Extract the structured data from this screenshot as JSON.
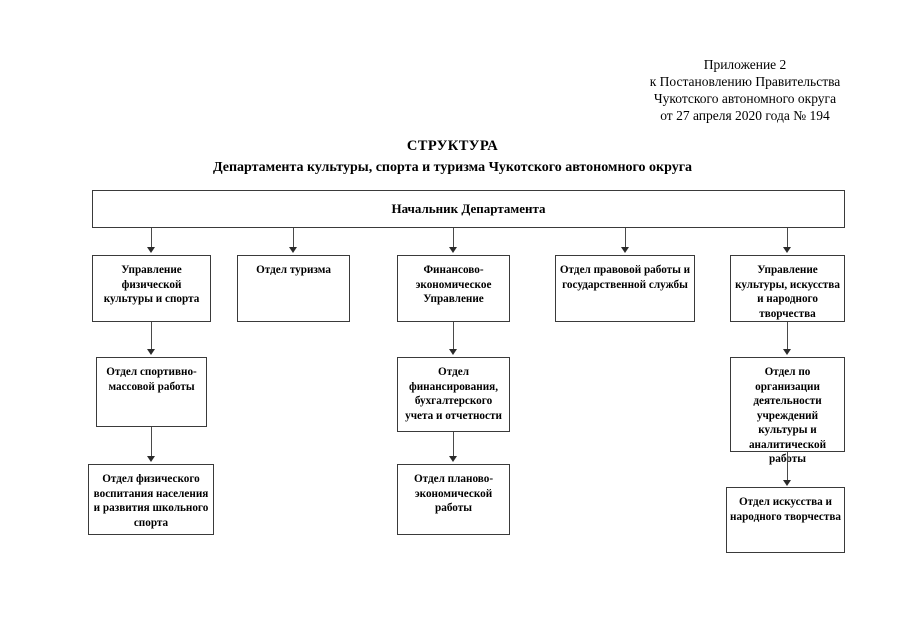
{
  "document": {
    "header_lines": [
      "Приложение 2",
      "к Постановлению Правительства",
      "Чукотского автономного округа",
      "от  27 апреля 2020 года  №  194"
    ],
    "title": "СТРУКТУРА",
    "subtitle": "Департамента культуры, спорта и туризма Чукотского автономного округа"
  },
  "chart_data": {
    "type": "diagram",
    "diagram_kind": "organizational-chart",
    "orientation": "top-down",
    "root": {
      "id": "root",
      "label": "Начальник Департамента"
    },
    "nodes": [
      {
        "id": "n1",
        "label": "Управление физической культуры и спорта",
        "level": 1,
        "column": 1
      },
      {
        "id": "n2",
        "label": "Отдел туризма",
        "level": 1,
        "column": 2
      },
      {
        "id": "n3",
        "label": "Финансово-экономическое Управление",
        "level": 1,
        "column": 3
      },
      {
        "id": "n4",
        "label": "Отдел правовой работы и государственной службы",
        "level": 1,
        "column": 4
      },
      {
        "id": "n5",
        "label": "Управление культуры, искусства и народного творчества",
        "level": 1,
        "column": 5
      },
      {
        "id": "n1a",
        "label": "Отдел спортивно-массовой работы",
        "level": 2,
        "column": 1
      },
      {
        "id": "n3a",
        "label": "Отдел финансирования, бухгалтерского учета и отчетности",
        "level": 2,
        "column": 3
      },
      {
        "id": "n5a",
        "label": "Отдел по организации деятельности учреждений культуры и аналитической работы",
        "level": 2,
        "column": 5
      },
      {
        "id": "n1b",
        "label": "Отдел физического воспитания населения и развития школьного спорта",
        "level": 3,
        "column": 1
      },
      {
        "id": "n3b",
        "label": "Отдел планово-экономической работы",
        "level": 3,
        "column": 3
      },
      {
        "id": "n5b",
        "label": "Отдел искусства и народного творчества",
        "level": 3,
        "column": 5
      }
    ],
    "edges": [
      {
        "from": "root",
        "to": "n1"
      },
      {
        "from": "root",
        "to": "n2"
      },
      {
        "from": "root",
        "to": "n3"
      },
      {
        "from": "root",
        "to": "n4"
      },
      {
        "from": "root",
        "to": "n5"
      },
      {
        "from": "n1",
        "to": "n1a"
      },
      {
        "from": "n1a",
        "to": "n1b"
      },
      {
        "from": "n3",
        "to": "n3a"
      },
      {
        "from": "n3a",
        "to": "n3b"
      },
      {
        "from": "n5",
        "to": "n5a"
      },
      {
        "from": "n5a",
        "to": "n5b"
      }
    ],
    "colors": {
      "box_border": "#3a3a3a",
      "box_fill": "#ffffff",
      "connector": "#4a4a4a",
      "text": "#000000",
      "background": "#ffffff"
    }
  }
}
